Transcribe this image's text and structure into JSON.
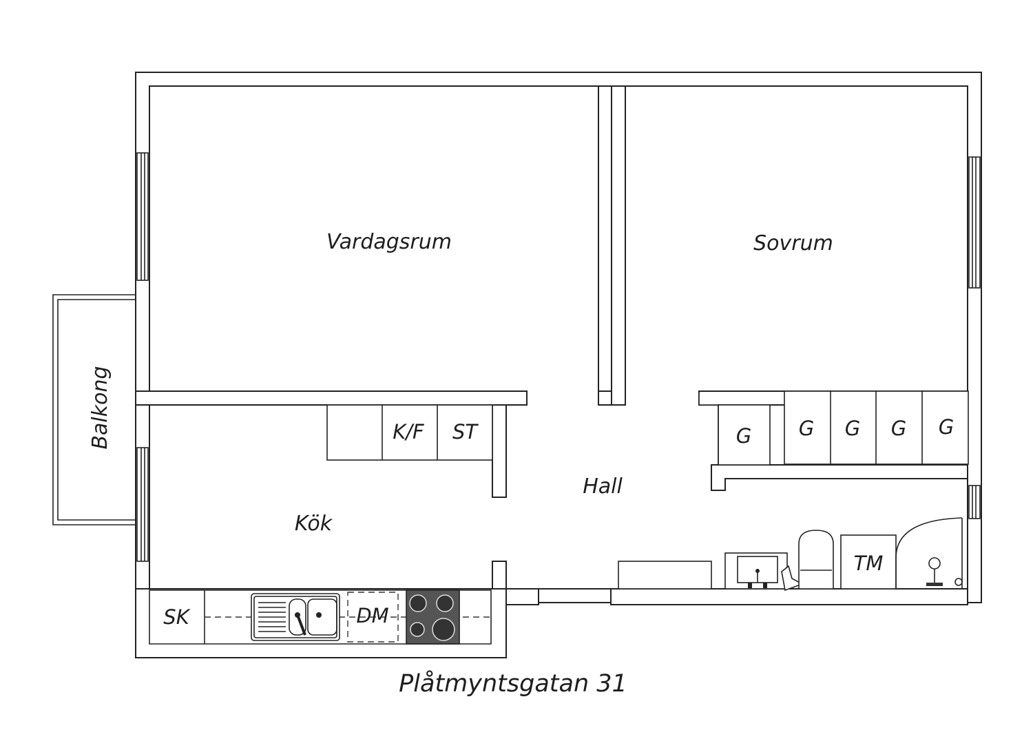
{
  "rooms": {
    "living": "Vardagsrum",
    "bedroom": "Sovrum",
    "balcony": "Balkong",
    "kitchen": "Kök",
    "hall": "Hall"
  },
  "labels": {
    "fridge_freezer": "K/F",
    "storage": "ST",
    "wardrobe": "G",
    "cleaning_closet": "SK",
    "dishwasher": "DM",
    "washing_machine": "TM"
  },
  "address": "Plåtmyntsgatan 31"
}
